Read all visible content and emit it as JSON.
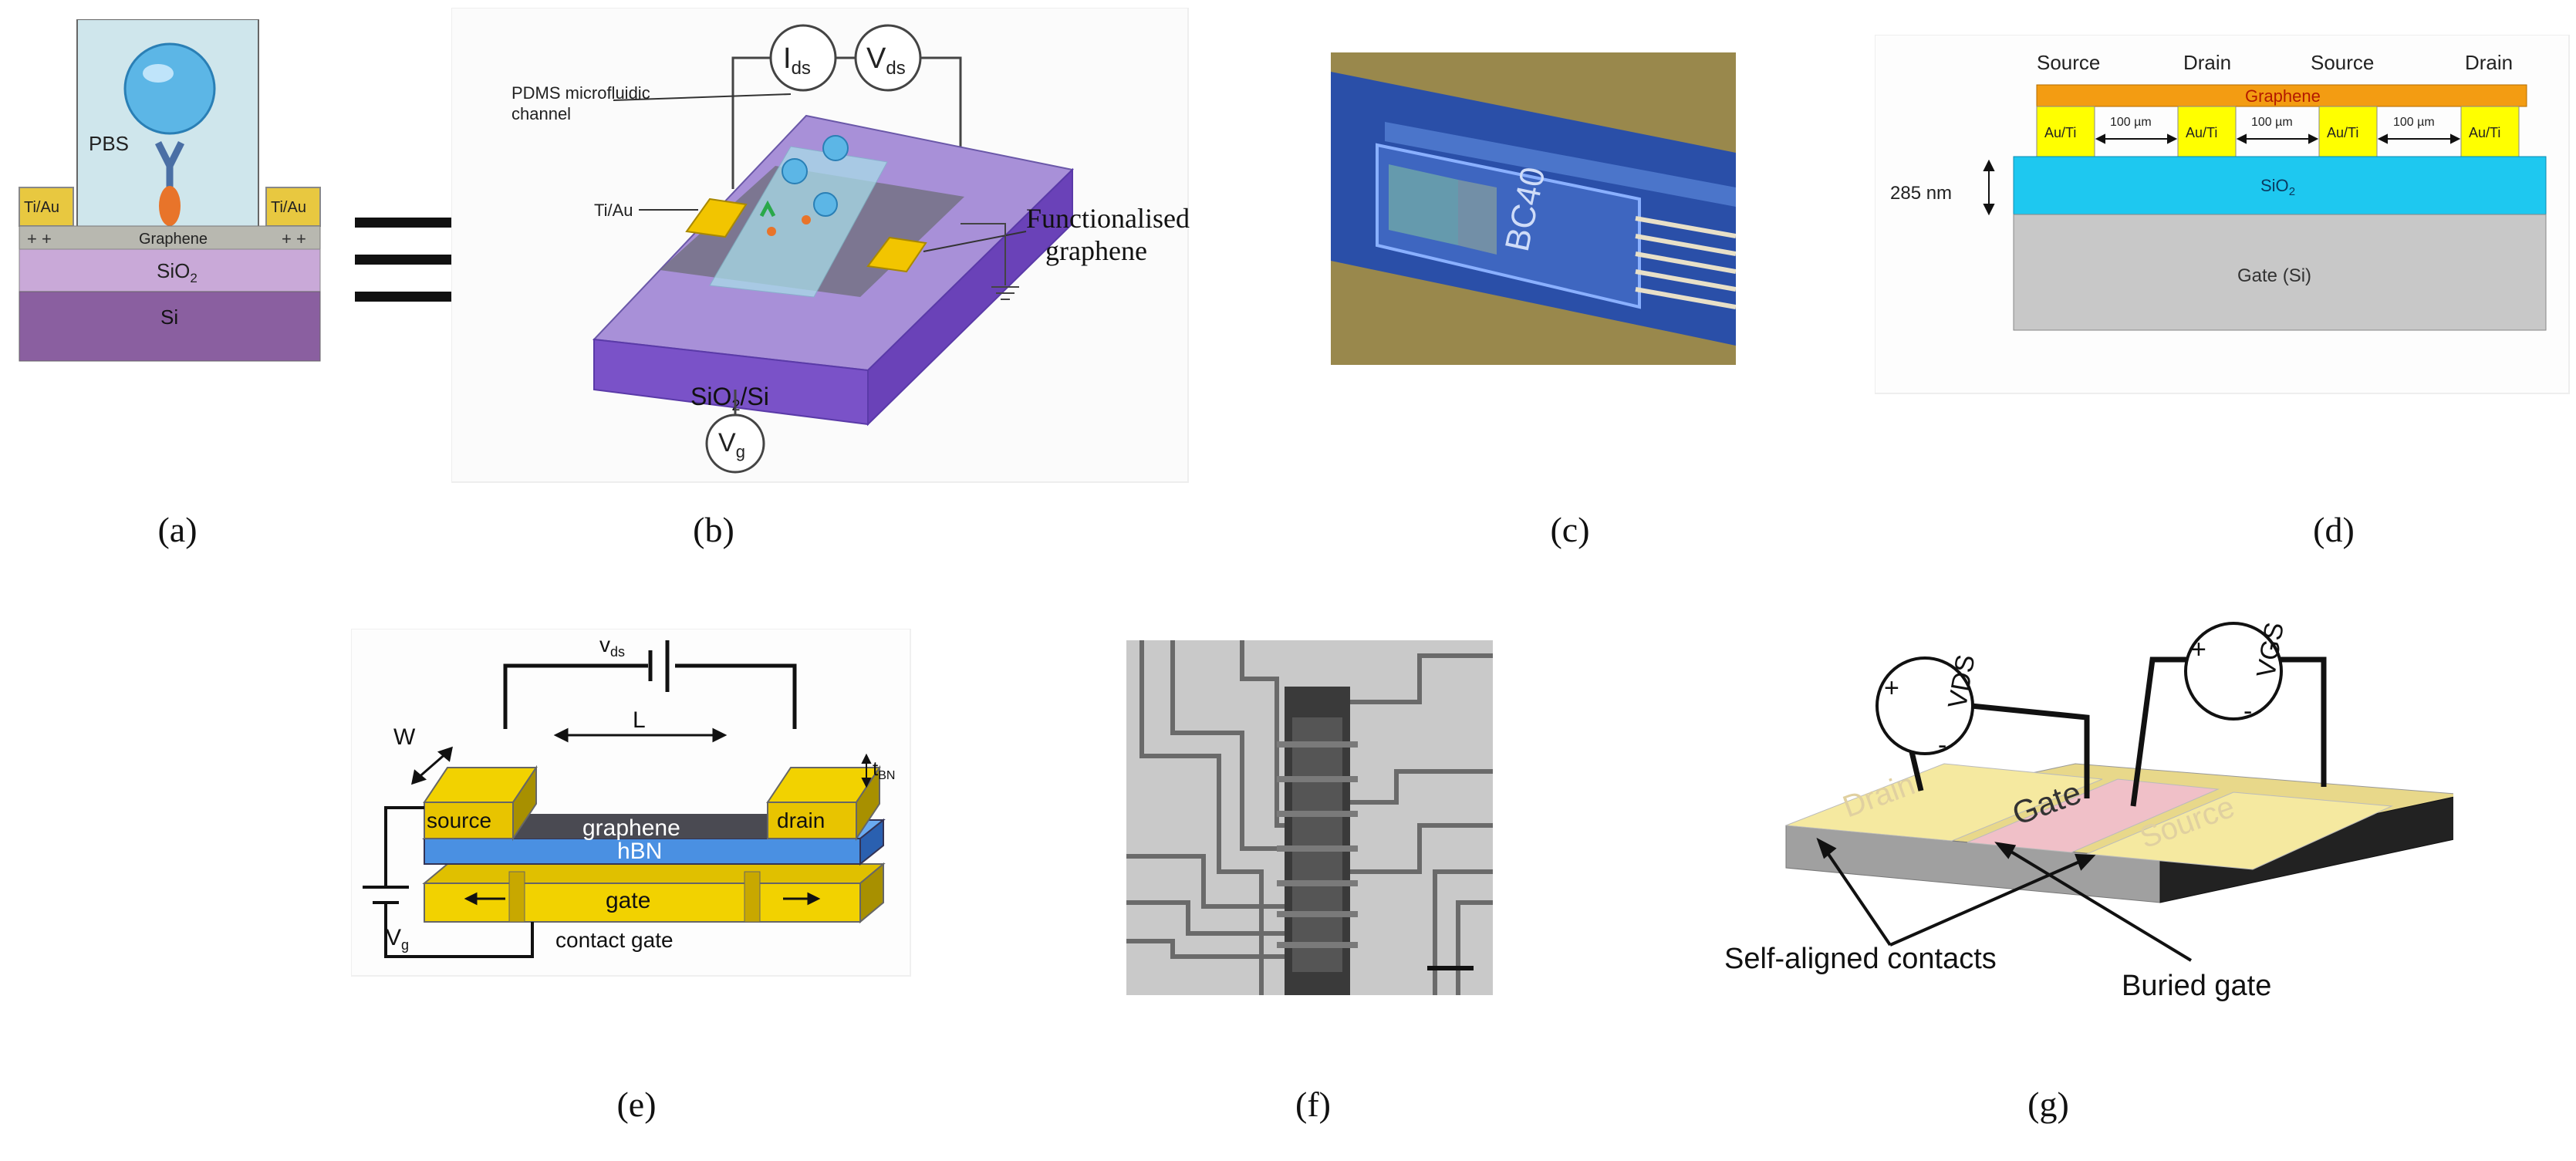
{
  "panels": {
    "a": {
      "caption": "(a)",
      "labels": {
        "pbs": "PBS",
        "tiau_left": "Ti/Au",
        "tiau_right": "Ti/Au",
        "graphene": "Graphene",
        "sio2": "SiO",
        "sio2_sub": "2",
        "si": "Si"
      }
    },
    "b": {
      "caption": "(b)",
      "labels": {
        "ids_main": "I",
        "ids_sub": "ds",
        "vds_main": "V",
        "vds_sub": "ds",
        "pdms_line1": "PDMS microfluidic",
        "pdms_line2": "channel",
        "tiau": "Ti/Au",
        "func_line1": "Functionalised",
        "func_line2": "graphene",
        "substrate_main": "SiO",
        "substrate_sub": "2",
        "substrate_rest": "/Si",
        "vg_main": "V",
        "vg_sub": "g"
      }
    },
    "c": {
      "caption": "(c)",
      "labels": {
        "chip": "BC40"
      }
    },
    "d": {
      "caption": "(d)",
      "labels": {
        "source1": "Source",
        "drain1": "Drain",
        "source2": "Source",
        "drain2": "Drain",
        "graphene": "Graphene",
        "auti1": "Au/Ti",
        "auti2": "Au/Ti",
        "auti3": "Au/Ti",
        "auti4": "Au/Ti",
        "gap1": "100 µm",
        "gap2": "100 µm",
        "gap3": "100 µm",
        "thickness": "285 nm",
        "sio2_main": "SiO",
        "sio2_sub": "2",
        "gate": "Gate (Si)"
      }
    },
    "e": {
      "caption": "(e)",
      "labels": {
        "vds_main": "v",
        "vds_sub": "ds",
        "w": "W",
        "l": "L",
        "tbn_main": "t",
        "tbn_sub": "BN",
        "source": "source",
        "graphene": "graphene",
        "drain": "drain",
        "hbn": "hBN",
        "gate": "gate",
        "contact_gate": "contact gate",
        "vg_main": "V",
        "vg_sub": "g"
      }
    },
    "f": {
      "caption": "(f)"
    },
    "g": {
      "caption": "(g)",
      "labels": {
        "vds": "VDS",
        "vgs": "VGS",
        "plus1": "+",
        "minus1": "-",
        "plus2": "+",
        "minus2": "-",
        "drain": "Drain",
        "gate": "Gate",
        "source": "Source",
        "self_aligned": "Self-aligned contacts",
        "buried_gate": "Buried gate"
      }
    }
  },
  "colors": {
    "gold": "#e6c200",
    "sio2_purple": "#c9a9d8",
    "si_purple": "#8a5fa0",
    "pbs_blue": "#cfe6ec",
    "d_orange": "#f39c12",
    "d_yellow": "#ffff00",
    "d_cyan": "#1ec8f0",
    "d_gray": "#c8c8c8",
    "hbn_blue": "#4a90e2",
    "chip_blue": "#2a4fa8"
  }
}
